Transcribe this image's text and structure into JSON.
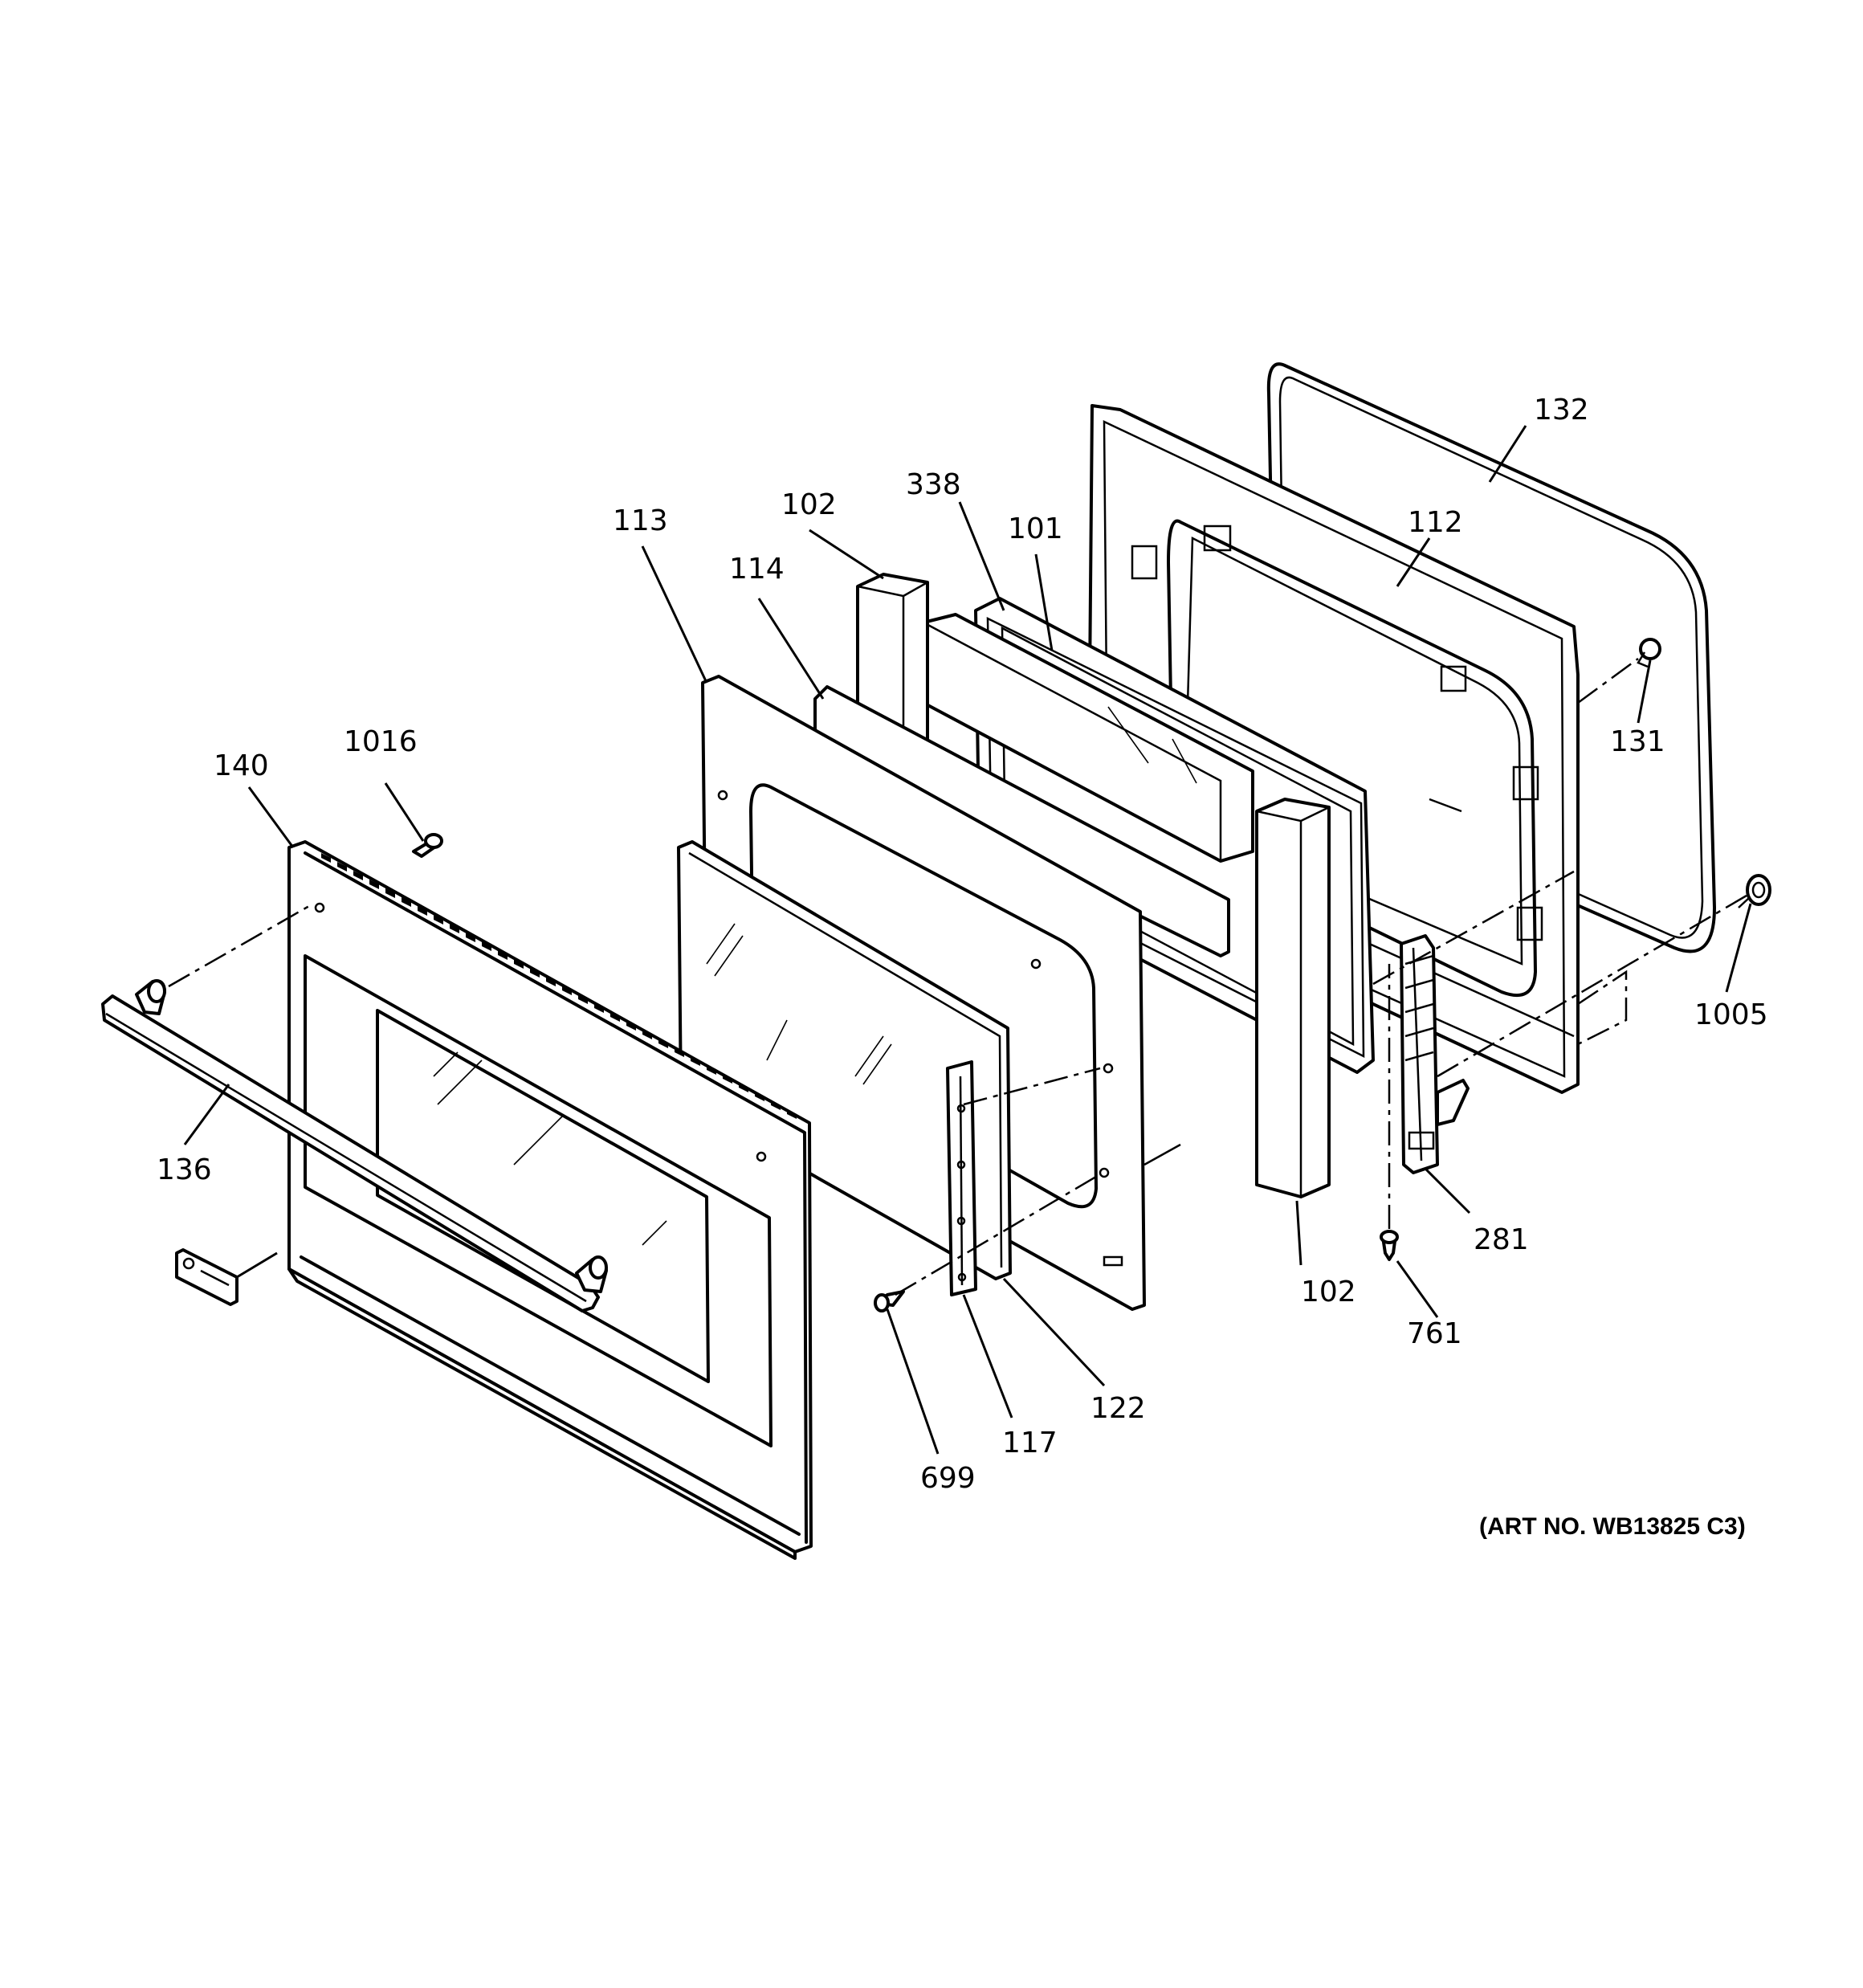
{
  "callouts": [
    {
      "id": "132",
      "text": "132"
    },
    {
      "id": "112",
      "text": "112"
    },
    {
      "id": "338",
      "text": "338"
    },
    {
      "id": "101",
      "text": "101"
    },
    {
      "id": "113",
      "text": "113"
    },
    {
      "id": "102a",
      "text": "102"
    },
    {
      "id": "114",
      "text": "114"
    },
    {
      "id": "131",
      "text": "131"
    },
    {
      "id": "1016",
      "text": "1016"
    },
    {
      "id": "140",
      "text": "140"
    },
    {
      "id": "1005",
      "text": "1005"
    },
    {
      "id": "136",
      "text": "136"
    },
    {
      "id": "281",
      "text": "281"
    },
    {
      "id": "102b",
      "text": "102"
    },
    {
      "id": "761",
      "text": "761"
    },
    {
      "id": "122",
      "text": "122"
    },
    {
      "id": "117",
      "text": "117"
    },
    {
      "id": "699",
      "text": "699"
    }
  ],
  "art_number": "(ART NO. WB13825 C3)"
}
